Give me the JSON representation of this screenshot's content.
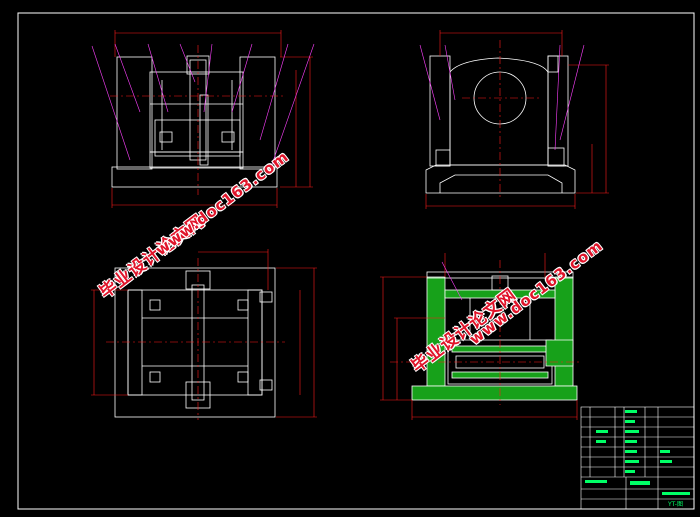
{
  "watermarks": [
    {
      "site_name": "毕业设计论文网",
      "url": "www.doc163.com"
    },
    {
      "site_name": "毕业设计论文网",
      "url": "www.doc163.com"
    }
  ],
  "title_block": {
    "sheet_code": "YT-图"
  },
  "colors": {
    "outline": "#ffffff",
    "dimension": "#ff1a1a",
    "leader": "#ff40ff",
    "centerline": "#ff1a1a",
    "section_fill": "#17a11a",
    "title_block_text": "#00ff66",
    "watermark": "#e0142a"
  }
}
